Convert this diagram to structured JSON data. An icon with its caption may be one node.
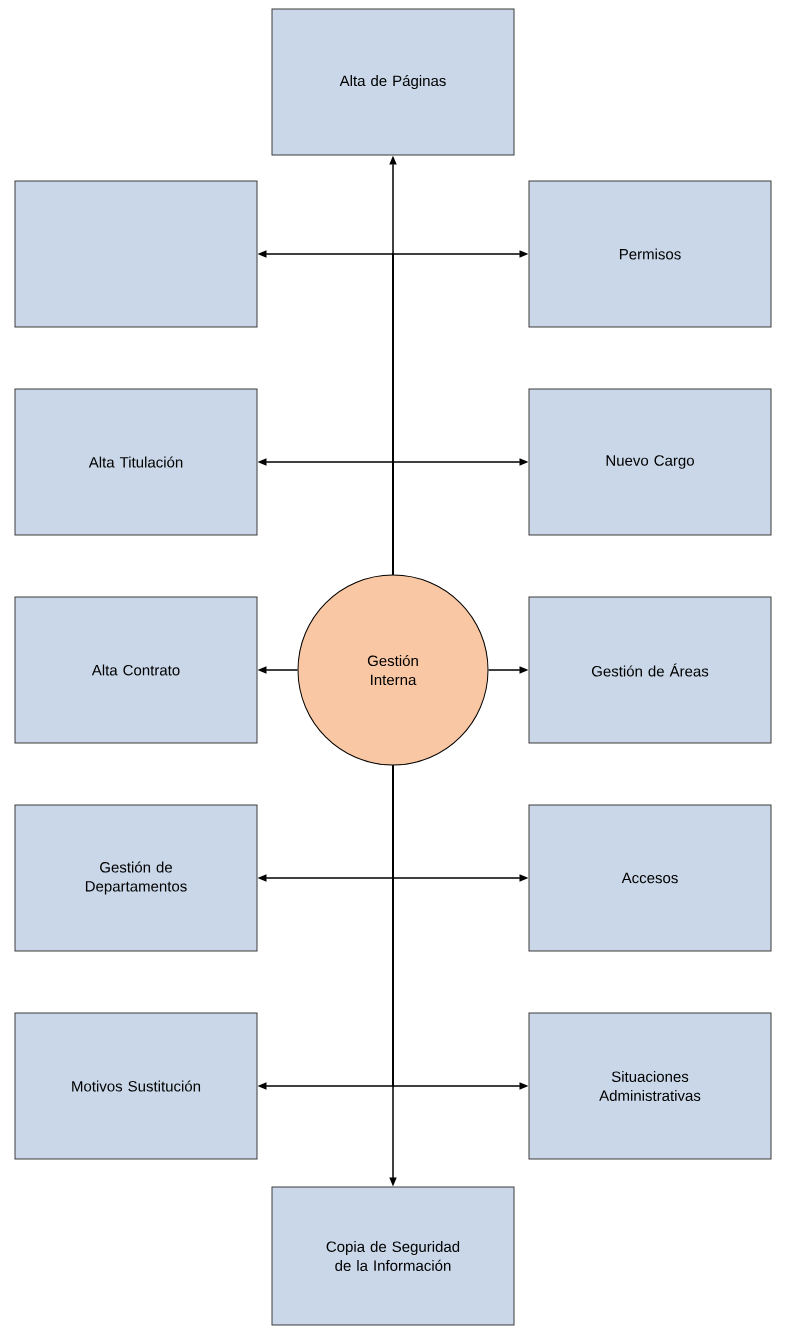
{
  "diagram": {
    "nodes": [
      {
        "text": [
          "Alta de Páginas"
        ]
      },
      {
        "text": [],
        "shape": "box"
      },
      {
        "text": [
          "Permisos"
        ]
      },
      {
        "text": [
          "Alta Titulación"
        ]
      },
      {
        "text": [
          "Nuevo Cargo"
        ]
      },
      {
        "text": [
          "Alta Contrato"
        ]
      },
      {
        "text": [
          "Gestión Interna"
        ]
      },
      {
        "text": [
          "Gestión de Áreas"
        ]
      },
      {
        "text": [
          "Gestión de Departamentos"
        ]
      },
      {
        "text": [
          "Accesos"
        ]
      },
      {
        "text": [
          "Motivos Sustitución"
        ]
      },
      {
        "text": [
          "Situaciones Administrativas"
        ]
      },
      {
        "text": [
          "Copia de Seguridad de la Información"
        ]
      }
    ],
    "edges": [
      {
        "from": 6,
        "to": 0,
        "arrow": "to"
      },
      {
        "from": 6,
        "to": 1,
        "arrow": "to"
      },
      {
        "from": 6,
        "to": 2,
        "arrow": "to"
      },
      {
        "from": 6,
        "to": 3,
        "arrow": "to"
      },
      {
        "from": 6,
        "to": 4,
        "arrow": "to"
      },
      {
        "from": 6,
        "to": 5,
        "arrow": "to"
      },
      {
        "from": 6,
        "to": 7,
        "arrow": "to"
      },
      {
        "from": 6,
        "to": 8,
        "arrow": "to"
      },
      {
        "from": 6,
        "to": 9,
        "arrow": "to"
      },
      {
        "from": 6,
        "to": 10,
        "arrow": "to"
      },
      {
        "from": 6,
        "to": 11,
        "arrow": "to"
      },
      {
        "from": 6,
        "to": 12,
        "arrow": "to"
      }
    ]
  }
}
